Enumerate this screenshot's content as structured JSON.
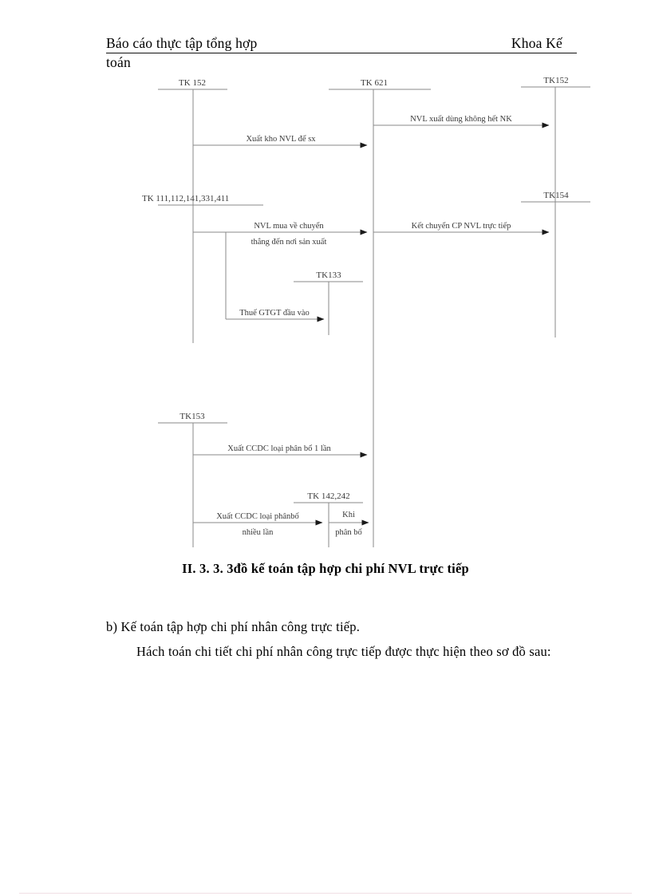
{
  "header": {
    "left": "Báo cáo thực tập tổng hợp",
    "right": "Khoa Kế",
    "second_line": "toán"
  },
  "diagram": {
    "type": "accounting-t-account-flow",
    "accounts": [
      {
        "id": "tk152-left",
        "label": "TK 152"
      },
      {
        "id": "tk621",
        "label": "TK 621"
      },
      {
        "id": "tk152-right",
        "label": "TK152"
      },
      {
        "id": "tk111",
        "label": "TK 111,112,141,331,411"
      },
      {
        "id": "tk154",
        "label": "TK154"
      },
      {
        "id": "tk133",
        "label": "TK133"
      },
      {
        "id": "tk153",
        "label": "TK153"
      },
      {
        "id": "tk142",
        "label": "TK 142,242"
      }
    ],
    "flows": [
      {
        "id": "flow-1",
        "from": "tk621",
        "to": "tk152-right",
        "label": "NVL xuất dùng không hết NK"
      },
      {
        "id": "flow-2",
        "from": "tk152-left",
        "to": "tk621",
        "label": "Xuất kho NVL để sx"
      },
      {
        "id": "flow-3",
        "from": "tk111",
        "to": "tk621",
        "label_line1": "NVL mua về chuyển",
        "label_line2": "thẳng đến nơi sản xuất"
      },
      {
        "id": "flow-4",
        "from": "tk621",
        "to": "tk154",
        "label": "Kết chuyển CP NVL trực tiếp"
      },
      {
        "id": "flow-5",
        "from": "tk111",
        "to": "tk133",
        "label": "Thuế GTGT đầu vào"
      },
      {
        "id": "flow-6",
        "from": "tk153",
        "to": "tk621",
        "label": "Xuất CCDC loại phân bổ 1 lần"
      },
      {
        "id": "flow-7",
        "from": "tk153",
        "to": "tk142",
        "label_line1": "Xuất CCDC loại phânbố",
        "label_line2": "nhiều lần"
      },
      {
        "id": "flow-8",
        "from": "tk142",
        "to": "tk621",
        "label_line1": "Khi",
        "label_line2": "phân bố"
      }
    ],
    "line_color": "#7c7c7c",
    "text_color": "#3a3a3a"
  },
  "caption": "II. 3. 3. 3đồ kế toán tập hợp chi phí NVL trực tiếp",
  "body": {
    "paragraph_b": "b) Kế toán tập hợp chi phí nhân công trực tiếp.",
    "paragraph_main": "Hách toán chi tiết chi phí nhân công trực tiếp được thực hiện theo sơ đồ sau:"
  }
}
